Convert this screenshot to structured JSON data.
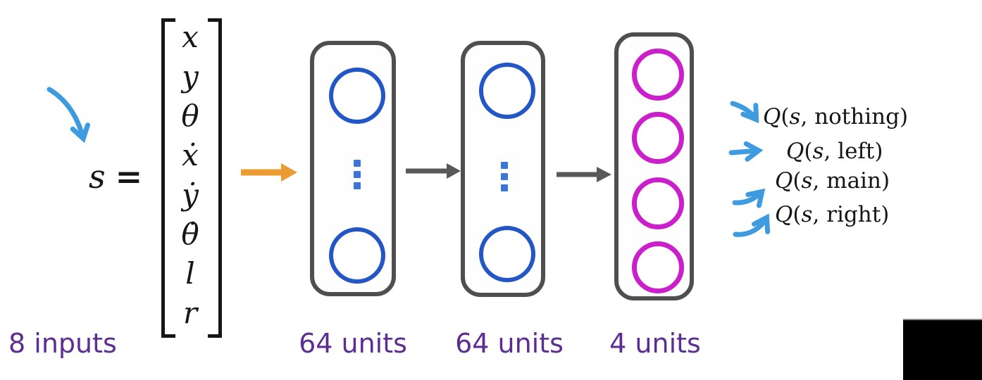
{
  "colors": {
    "hidden_node": "#2357c5",
    "output_node": "#cb1fcb",
    "ellipsis_dot": "#3d74d8",
    "layer_border": "#4f4f4f",
    "input_arrow": "#eb9b2f",
    "flow_arrow": "#595959",
    "annotation_arrow": "#3f9be0",
    "label_text": "#5d2e91"
  },
  "icons": {
    "input_pointer": "curved-arrow-down-right",
    "feed_arrow": "arrow-right",
    "flow_arrow": "arrow-right",
    "output_pointers": [
      "curved-arrow-down-right",
      "arrow-right",
      "curved-arrow-up-right",
      "curved-arrow-up-right"
    ]
  },
  "input": {
    "state_symbol": "s",
    "equals_sign": "=",
    "vector": [
      "x",
      "y",
      "θ",
      "ẋ",
      "ẏ",
      "θ̇",
      "l",
      "r"
    ],
    "label": "8 inputs"
  },
  "layers": [
    {
      "name": "hidden-layer-1",
      "label": "64 units",
      "visible_nodes": 2,
      "ellipsis": true
    },
    {
      "name": "hidden-layer-2",
      "label": "64 units",
      "visible_nodes": 2,
      "ellipsis": true
    },
    {
      "name": "output-layer",
      "label": "4 units",
      "visible_nodes": 4,
      "ellipsis": false
    }
  ],
  "outputs": {
    "q_symbol": "Q",
    "open_paren": "(",
    "s_symbol": "s",
    "separator": ", ",
    "close_paren": ")",
    "actions": [
      "nothing",
      "left",
      "main",
      "right"
    ]
  }
}
